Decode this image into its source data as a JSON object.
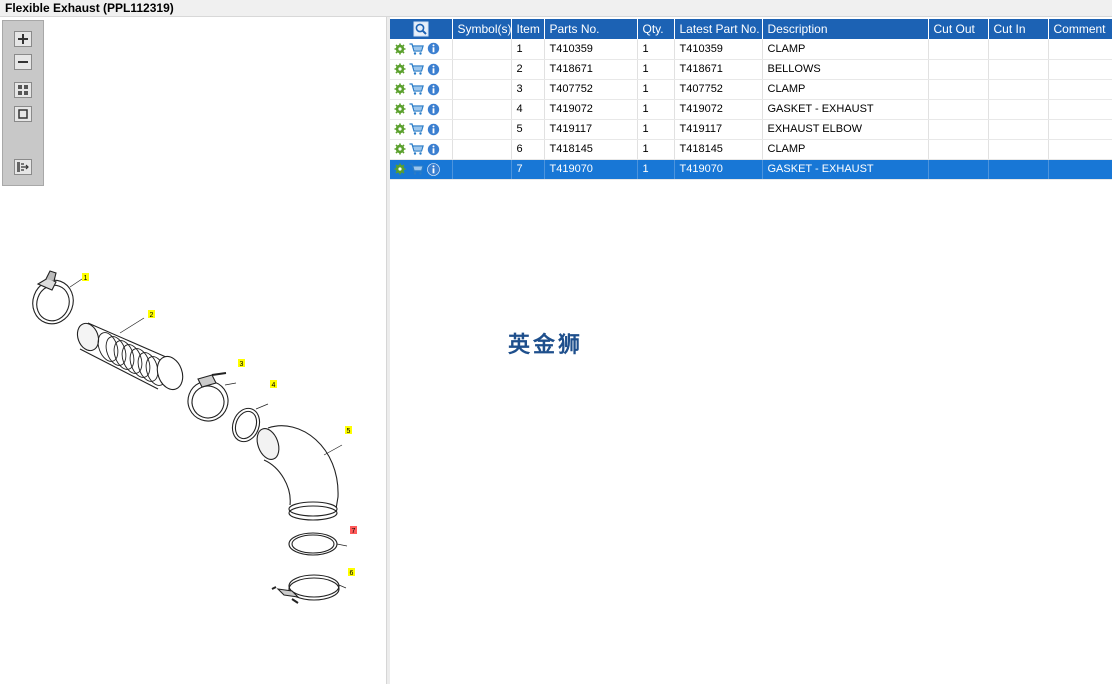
{
  "window": {
    "title": "Flexible Exhaust (PPL112319)"
  },
  "toolbar": {
    "buttons": [
      {
        "name": "zoom-in",
        "icon": "plus-icon"
      },
      {
        "name": "zoom-out",
        "icon": "minus-icon"
      },
      {
        "name": "fit-view",
        "icon": "grid-icon"
      },
      {
        "name": "actual-size",
        "icon": "square-icon"
      },
      {
        "name": "export",
        "icon": "export-icon"
      }
    ]
  },
  "diagram": {
    "callouts": [
      "1",
      "2",
      "3",
      "4",
      "5",
      "7",
      "6"
    ],
    "callout_color": "#ffff00",
    "highlight_callout_color": "#ff5a5a"
  },
  "table": {
    "headers": {
      "search": "",
      "symbols": "Symbol(s)",
      "item": "Item",
      "parts_no": "Parts No.",
      "qty": "Qty.",
      "latest_part_no": "Latest Part No.",
      "description": "Description",
      "cut_out": "Cut Out",
      "cut_in": "Cut In",
      "comment": "Comment"
    },
    "rows": [
      {
        "item": "1",
        "parts_no": "T410359",
        "qty": "1",
        "latest": "T410359",
        "description": "CLAMP"
      },
      {
        "item": "2",
        "parts_no": "T418671",
        "qty": "1",
        "latest": "T418671",
        "description": "BELLOWS"
      },
      {
        "item": "3",
        "parts_no": "T407752",
        "qty": "1",
        "latest": "T407752",
        "description": "CLAMP"
      },
      {
        "item": "4",
        "parts_no": "T419072",
        "qty": "1",
        "latest": "T419072",
        "description": "GASKET - EXHAUST"
      },
      {
        "item": "5",
        "parts_no": "T419117",
        "qty": "1",
        "latest": "T419117",
        "description": "EXHAUST ELBOW"
      },
      {
        "item": "6",
        "parts_no": "T418145",
        "qty": "1",
        "latest": "T418145",
        "description": "CLAMP"
      },
      {
        "item": "7",
        "parts_no": "T419070",
        "qty": "1",
        "latest": "T419070",
        "description": "GASKET - EXHAUST"
      }
    ],
    "selected_row": 6,
    "header_color": "#1c62b4",
    "selected_color": "#1877d6"
  },
  "watermark": {
    "text": "英金狮"
  }
}
